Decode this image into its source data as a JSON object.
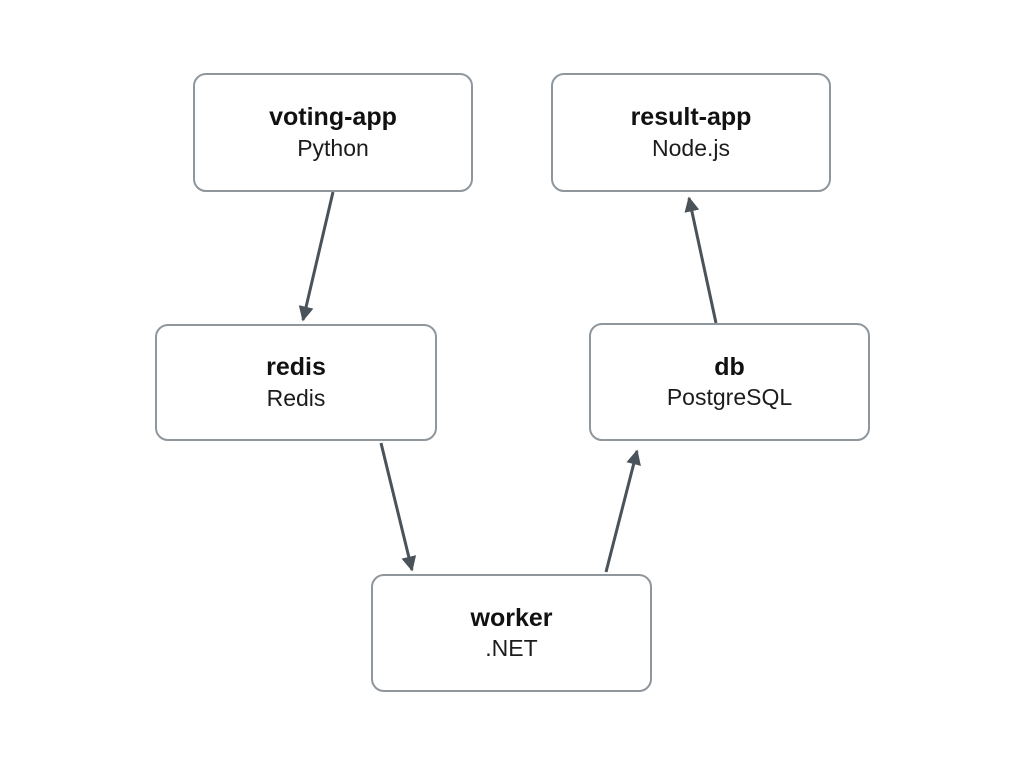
{
  "diagram": {
    "kind": "service-architecture-diagram",
    "nodes": [
      {
        "id": "voting-app",
        "title": "voting-app",
        "subtitle": "Python"
      },
      {
        "id": "result-app",
        "title": "result-app",
        "subtitle": "Node.js"
      },
      {
        "id": "redis",
        "title": "redis",
        "subtitle": "Redis"
      },
      {
        "id": "db",
        "title": "db",
        "subtitle": "PostgreSQL"
      },
      {
        "id": "worker",
        "title": "worker",
        "subtitle": ".NET"
      }
    ],
    "edges": [
      {
        "from": "voting-app",
        "to": "redis"
      },
      {
        "from": "redis",
        "to": "worker"
      },
      {
        "from": "worker",
        "to": "db"
      },
      {
        "from": "db",
        "to": "result-app"
      }
    ],
    "colors": {
      "background": "#ffffff",
      "node_fill": "#ffffff",
      "node_border": "#8f969c",
      "arrow": "#4a525a",
      "text": "#111111"
    }
  }
}
